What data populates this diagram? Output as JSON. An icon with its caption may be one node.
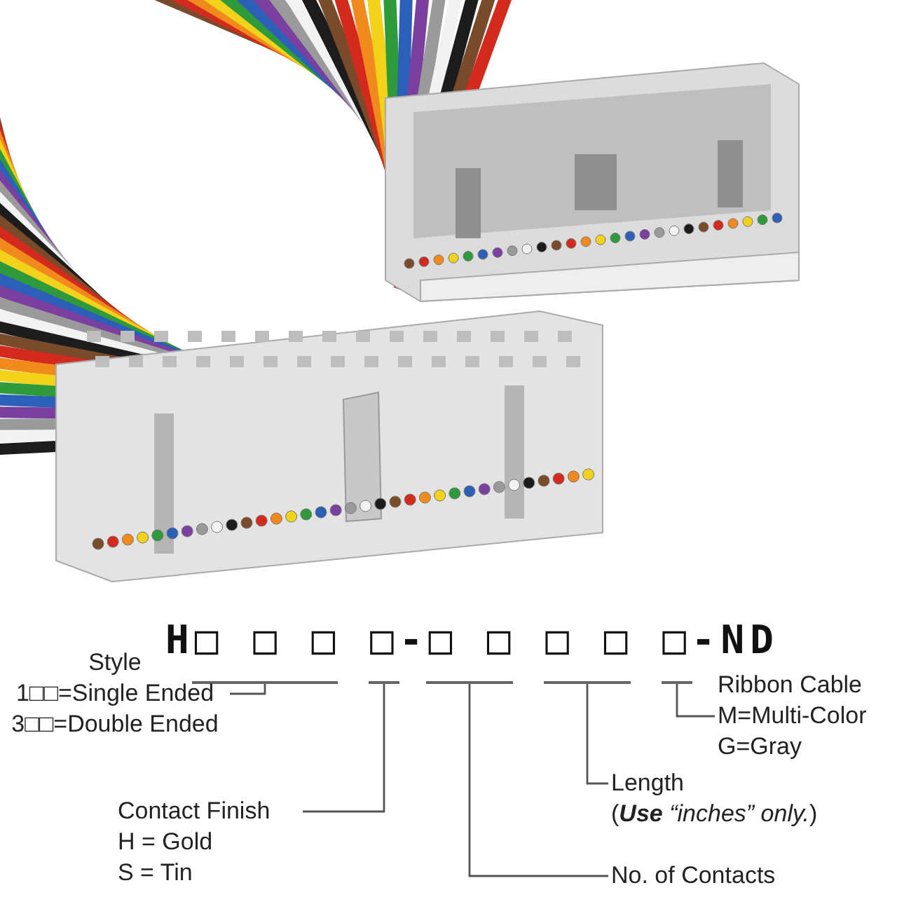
{
  "diagram": {
    "nodes": [
      {
        "text": [],
        "shape": "bar"
      },
      {
        "text": [],
        "shape": "bar"
      },
      {
        "text": [],
        "shape": "bar"
      },
      {
        "text": [],
        "shape": "bar"
      },
      {
        "text": [],
        "shape": "bar"
      },
      {
        "text": [
          "Style",
          "1□□=Single Ended",
          "3□□=Double Ended"
        ]
      },
      {
        "text": [
          "Ribbon Cable",
          "M=Multi-Color",
          "G=Gray"
        ]
      },
      {
        "text": [
          "Length",
          "(**Use** *“inches” only.*)"
        ]
      },
      {
        "text": [
          "Contact Finish",
          "H = Gold",
          "S = Tin"
        ]
      },
      {
        "text": [
          "No. of Contacts"
        ]
      }
    ],
    "edges": [
      {
        "from": 5,
        "to": 0,
        "arrow": "none"
      },
      {
        "from": 6,
        "to": 4,
        "arrow": "none"
      },
      {
        "from": 7,
        "to": 3,
        "arrow": "none"
      },
      {
        "from": 8,
        "to": 1,
        "arrow": "none"
      },
      {
        "from": 9,
        "to": 2,
        "arrow": "none"
      }
    ],
    "labels": [
      "H□ □ □ □-□ □ □ □ □-ND"
    ]
  }
}
